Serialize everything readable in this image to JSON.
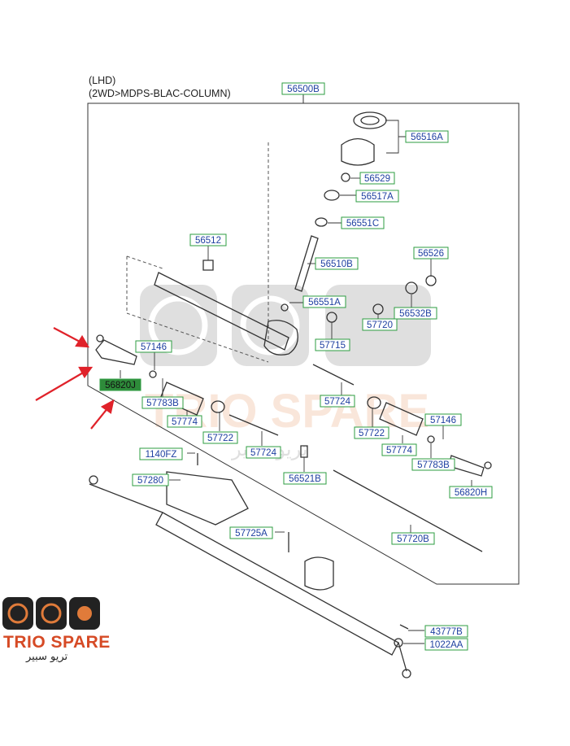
{
  "header": {
    "line1": "(LHD)",
    "line2": "(2WD>MDPS-BLAC-COLUMN)"
  },
  "assembly_label": "56500B",
  "labels": [
    {
      "key": "56516A",
      "text": "56516A"
    },
    {
      "key": "56529",
      "text": "56529"
    },
    {
      "key": "56517A",
      "text": "56517A"
    },
    {
      "key": "56551C",
      "text": "56551C"
    },
    {
      "key": "56512",
      "text": "56512"
    },
    {
      "key": "56510B",
      "text": "56510B"
    },
    {
      "key": "56526",
      "text": "56526"
    },
    {
      "key": "56551A",
      "text": "56551A"
    },
    {
      "key": "56532B",
      "text": "56532B"
    },
    {
      "key": "57720",
      "text": "57720"
    },
    {
      "key": "57146L",
      "text": "57146"
    },
    {
      "key": "57715",
      "text": "57715"
    },
    {
      "key": "56820J",
      "text": "56820J",
      "highlight": true
    },
    {
      "key": "57724R",
      "text": "57724"
    },
    {
      "key": "57783BL",
      "text": "57783B"
    },
    {
      "key": "57774L",
      "text": "57774"
    },
    {
      "key": "57722R",
      "text": "57722"
    },
    {
      "key": "57146R",
      "text": "57146"
    },
    {
      "key": "57722L",
      "text": "57722"
    },
    {
      "key": "57774R",
      "text": "57774"
    },
    {
      "key": "57724L",
      "text": "57724"
    },
    {
      "key": "57783BR",
      "text": "57783B"
    },
    {
      "key": "1140FZ",
      "text": "1140FZ"
    },
    {
      "key": "56521B",
      "text": "56521B"
    },
    {
      "key": "56820H",
      "text": "56820H"
    },
    {
      "key": "57280",
      "text": "57280"
    },
    {
      "key": "57725A",
      "text": "57725A"
    },
    {
      "key": "57720B",
      "text": "57720B"
    },
    {
      "key": "43777B",
      "text": "43777B"
    },
    {
      "key": "1022AA",
      "text": "1022AA"
    }
  ],
  "watermark": {
    "brand": "TRIO SPARE",
    "arabic": "تريو سبير"
  },
  "logo": {
    "brand": "TRIO SPARE",
    "arabic": "تريو سبير"
  },
  "colors": {
    "label_border": "#2e9d42",
    "label_text": "#1d3fa0",
    "highlight_fill": "#2e8b3a",
    "arrow": "#e0222a",
    "brand_orange": "#d64a25",
    "line": "#333333"
  }
}
